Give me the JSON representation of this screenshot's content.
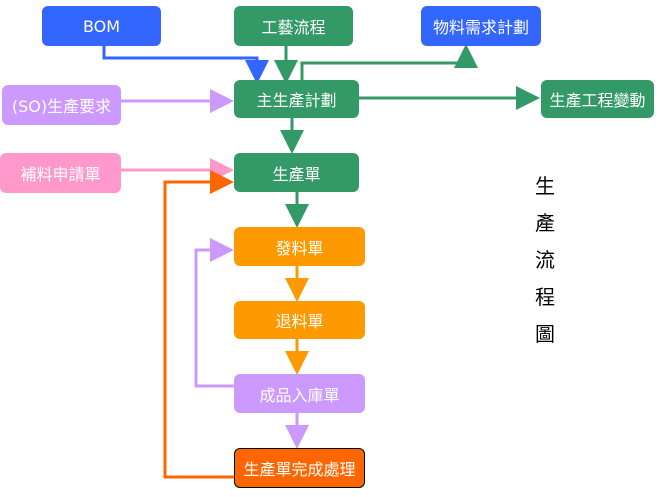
{
  "title": {
    "chars": [
      "生",
      "產",
      "流",
      "程",
      "圖"
    ]
  },
  "colors": {
    "blue": "#3366ff",
    "green": "#339966",
    "purple": "#cc99ff",
    "pink": "#ff99cc",
    "orange": "#ff9900",
    "red": "#ff6600"
  },
  "nodes": {
    "bom": "BOM",
    "process_route": "工藝流程",
    "mrp": "物料需求計劃",
    "sales_order_demand": "(SO)生產要求",
    "master_plan": "主生產計劃",
    "eng_change": "生產工程變動",
    "supplement_request": "補料申請單",
    "production_order": "生產單",
    "issue_order": "發料單",
    "return_order": "退料單",
    "finished_receipt": "成品入庫單",
    "order_completion": "生產單完成處理"
  }
}
